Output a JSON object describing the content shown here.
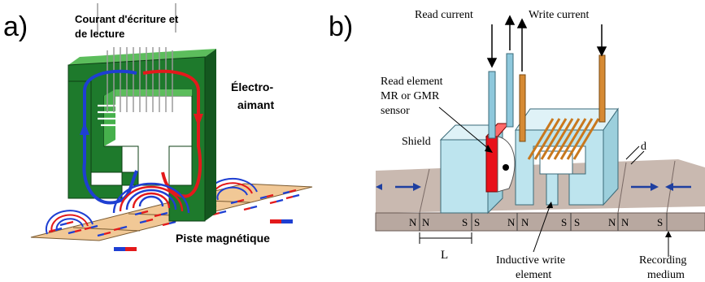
{
  "panel_a": {
    "panel_letter": "a)",
    "current_label_line1": "Courant d'écriture et",
    "current_label_line2": "de lecture",
    "electromagnet_line1": "Électro-",
    "electromagnet_line2": "aimant",
    "track_label": "Piste magnétique"
  },
  "panel_b": {
    "panel_letter": "b)",
    "read_current": "Read current",
    "write_current": "Write current",
    "read_element_line1": "Read element",
    "read_element_line2": "MR or GMR",
    "read_element_line3": "sensor",
    "shield": "Shield",
    "gap_symbol": "d",
    "length_symbol": "L",
    "inductive_line1": "Inductive write",
    "inductive_line2": "element",
    "medium_line1": "Recording",
    "medium_line2": "medium",
    "pole_labels": [
      "N",
      "N",
      "S",
      "S",
      "N",
      "N",
      "S",
      "S",
      "N",
      "N",
      "S"
    ]
  },
  "colors": {
    "core_green": "#1e7a2c",
    "core_green_light": "#46b04c",
    "flux_red": "#e3191b",
    "flux_blue": "#1e3fd2",
    "track_tan": "#f1c896",
    "medium_gray": "#b8a8a0",
    "shield_blue": "#bde4ee",
    "coil_orange": "#c8781e",
    "sensor_red": "#e8101a"
  }
}
